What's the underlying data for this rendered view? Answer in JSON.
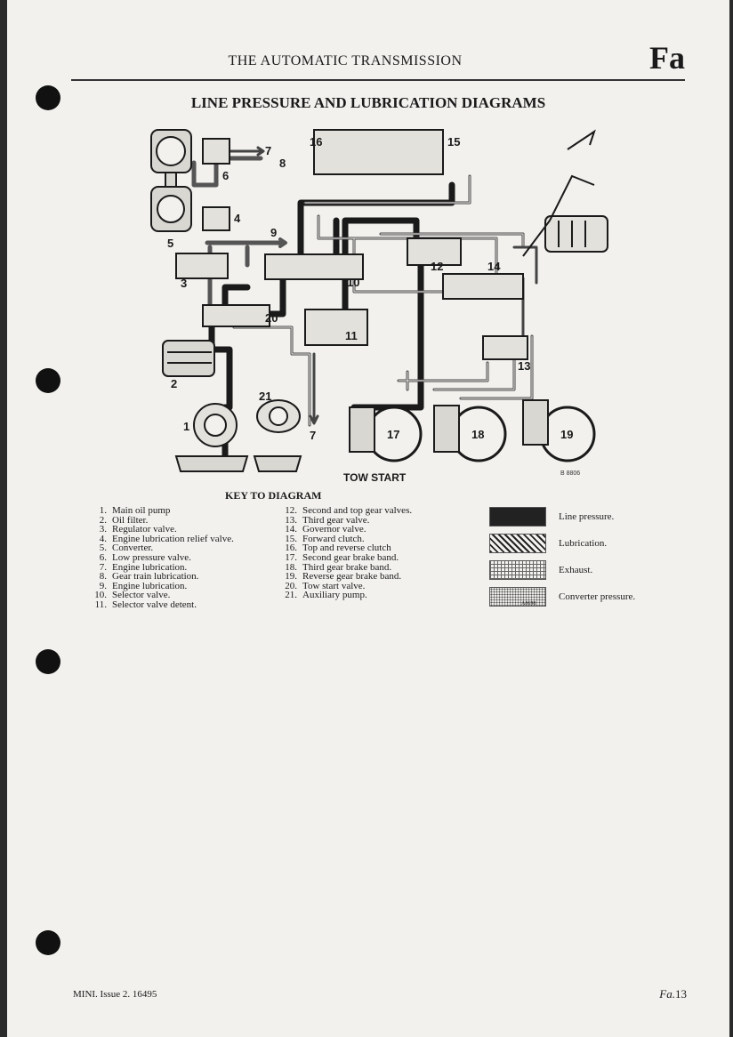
{
  "header": {
    "section_title": "THE AUTOMATIC TRANSMISSION",
    "section_tab": "Fa"
  },
  "diagram": {
    "title": "LINE PRESSURE AND LUBRICATION DIAGRAMS",
    "caption": "TOW START",
    "ref": "B 8806",
    "callouts": [
      "1",
      "2",
      "3",
      "4",
      "5",
      "6",
      "7",
      "7",
      "8",
      "9",
      "10",
      "11",
      "12",
      "13",
      "14",
      "15",
      "16",
      "17",
      "18",
      "19",
      "20",
      "21"
    ]
  },
  "key": {
    "title": "KEY TO DIAGRAM",
    "col1": [
      {
        "n": "1.",
        "t": "Main oil pump"
      },
      {
        "n": "2.",
        "t": "Oil filter."
      },
      {
        "n": "3.",
        "t": "Regulator valve."
      },
      {
        "n": "4.",
        "t": "Engine lubrication relief valve."
      },
      {
        "n": "5.",
        "t": "Converter."
      },
      {
        "n": "6.",
        "t": "Low pressure valve."
      },
      {
        "n": "7.",
        "t": "Engine lubrication."
      },
      {
        "n": "8.",
        "t": "Gear train lubrication."
      },
      {
        "n": "9.",
        "t": "Engine lubrication."
      },
      {
        "n": "10.",
        "t": "Selector valve."
      },
      {
        "n": "11.",
        "t": "Selector valve detent."
      }
    ],
    "col2": [
      {
        "n": "12.",
        "t": "Second and top gear valves."
      },
      {
        "n": "13.",
        "t": "Third gear valve."
      },
      {
        "n": "14.",
        "t": "Governor valve."
      },
      {
        "n": "15.",
        "t": "Forward clutch."
      },
      {
        "n": "16.",
        "t": "Top and reverse clutch"
      },
      {
        "n": "17.",
        "t": "Second gear brake band."
      },
      {
        "n": "18.",
        "t": "Third gear brake band."
      },
      {
        "n": "19.",
        "t": "Reverse gear brake band."
      },
      {
        "n": "20.",
        "t": "Tow start valve."
      },
      {
        "n": "21.",
        "t": "Auxiliary pump."
      }
    ]
  },
  "legend": {
    "items": [
      "Line pressure.",
      "Lubrication.",
      "Exhaust.",
      "Converter pressure."
    ],
    "code": "A0698"
  },
  "footer": {
    "left": "MINI.  Issue 2.  16495",
    "right_prefix": "Fa.",
    "right_num": "13"
  }
}
